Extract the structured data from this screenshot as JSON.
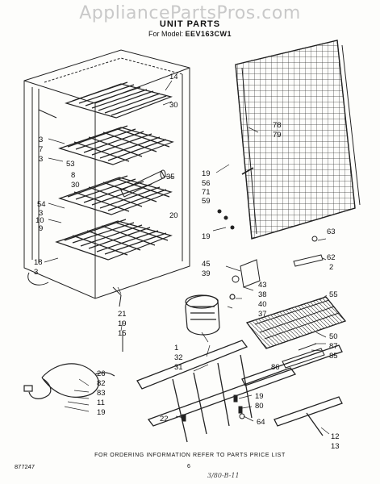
{
  "watermark": "AppliancePartsPros.com",
  "title": "UNIT PARTS",
  "model_prefix": "For Model:",
  "model_number": "EEV163CW1",
  "callouts": [
    "14",
    "30",
    "3",
    "7",
    "3",
    "53",
    "8",
    "30",
    "54",
    "35",
    "3",
    "10",
    "9",
    "20",
    "18",
    "3",
    "78",
    "79",
    "19",
    "56",
    "71",
    "59",
    "19",
    "45",
    "39",
    "63",
    "62",
    "2",
    "43",
    "38",
    "40",
    "37",
    "21",
    "19",
    "15",
    "55",
    "50",
    "87",
    "85",
    "86",
    "1",
    "32",
    "31",
    "26",
    "82",
    "83",
    "11",
    "19",
    "19",
    "80",
    "22",
    "64",
    "12",
    "13"
  ],
  "footer_text": "FOR ORDERING INFORMATION REFER TO PARTS PRICE LIST",
  "doc_number": "877247",
  "page_number": "6",
  "handwritten_note": "3/80-B-11"
}
